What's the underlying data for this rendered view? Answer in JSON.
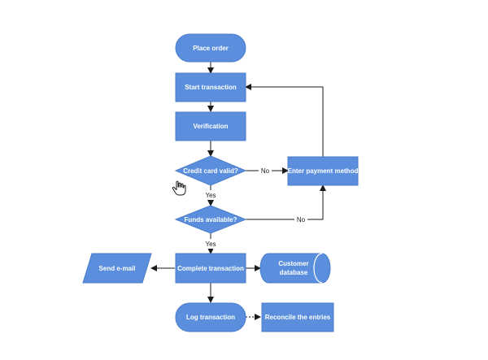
{
  "colors": {
    "node_fill": "#5b8fde",
    "node_stroke": "#4a7cc9",
    "edge": "#1a1a1a",
    "background": "#ffffff"
  },
  "nodes": {
    "place_order": "Place order",
    "start_transaction": "Start transaction",
    "verification": "Verification",
    "credit_card_valid": "Credit card valid?",
    "enter_payment_method": "Enter payment method",
    "funds_available": "Funds available?",
    "send_email": "Send e-mail",
    "complete_transaction": "Complete transaction",
    "customer_database_line1": "Customer",
    "customer_database_line2": "database",
    "log_transaction": "Log transaction",
    "reconcile_entries": "Reconcile the entries"
  },
  "edges": {
    "no_label_1": "No",
    "no_label_2": "No",
    "yes_label_1": "Yes",
    "yes_label_2": "Yes"
  },
  "cursor": {
    "icon": "hand-pointer-icon"
  }
}
